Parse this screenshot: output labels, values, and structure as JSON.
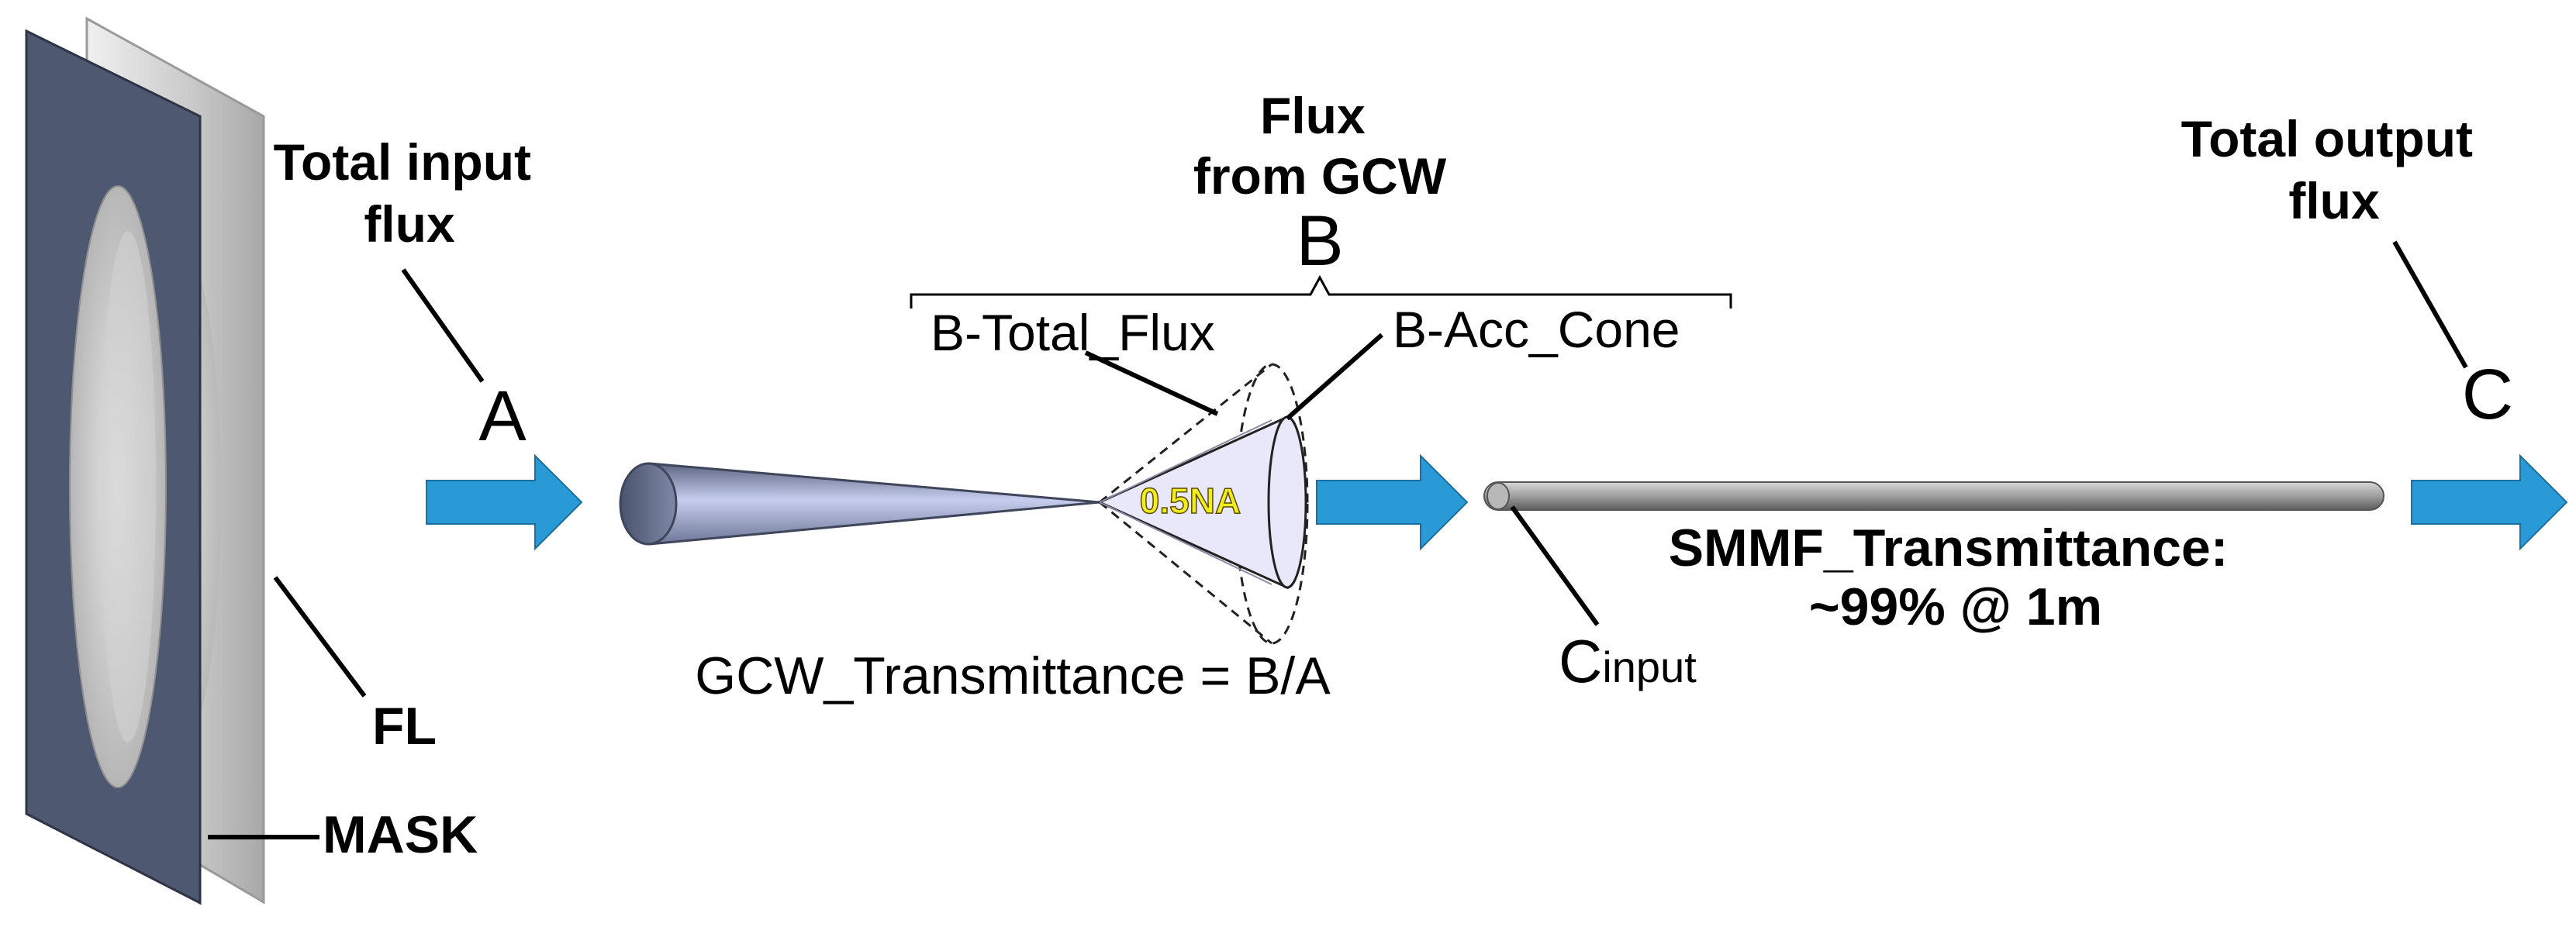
{
  "labels": {
    "total_input_flux": [
      "Total input",
      "flux"
    ],
    "point_a": "A",
    "flux_from_gcw": [
      "Flux",
      "from GCW"
    ],
    "point_b": "B",
    "b_total_flux": "B-Total_Flux",
    "b_acc_cone": "B-Acc_Cone",
    "na_value": "0.5NA",
    "gcw_transmittance": "GCW_Transmittance = B/A",
    "c_input_main": "C",
    "c_input_sub": "input",
    "smmf_transmittance": [
      "SMMF_Transmittance:",
      "~99% @ 1m"
    ],
    "total_output_flux": [
      "Total output",
      "flux"
    ],
    "point_c": "C",
    "fl": "FL",
    "mask": "MASK"
  },
  "colors": {
    "arrow": "#2a9ad6",
    "plate_dark": "#4e5870",
    "plate_light": "#c4c4c4",
    "na_text": "#f2ee1e"
  }
}
